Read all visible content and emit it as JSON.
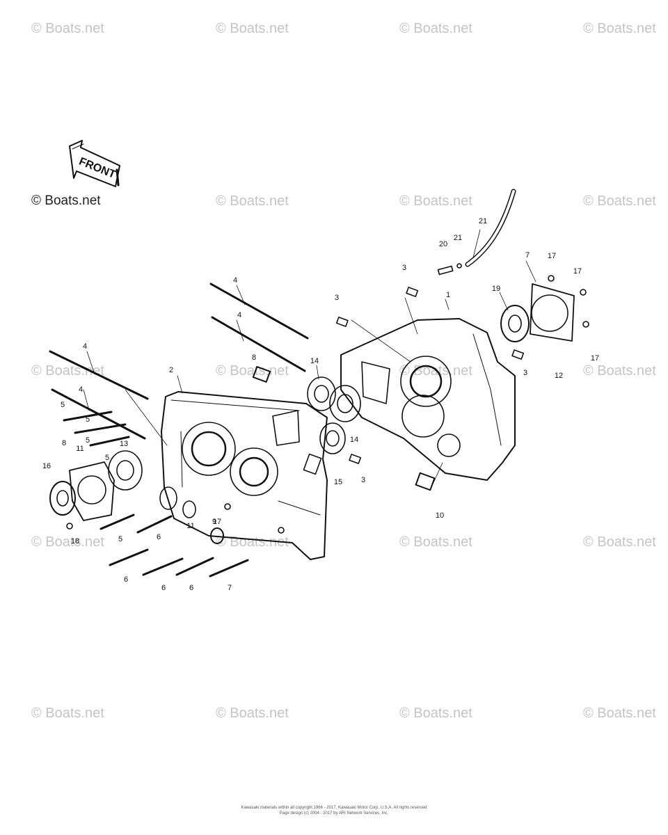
{
  "watermark": "© Boats.net",
  "front_label": "FRONT",
  "callouts": [
    {
      "id": "c1",
      "text": "1"
    },
    {
      "id": "c2",
      "text": "2"
    },
    {
      "id": "c3a",
      "text": "3"
    },
    {
      "id": "c3b",
      "text": "3"
    },
    {
      "id": "c3c",
      "text": "3"
    },
    {
      "id": "c3d",
      "text": "3"
    },
    {
      "id": "c4a",
      "text": "4"
    },
    {
      "id": "c4b",
      "text": "4"
    },
    {
      "id": "c4c",
      "text": "4"
    },
    {
      "id": "c4d",
      "text": "4"
    },
    {
      "id": "c5a",
      "text": "5"
    },
    {
      "id": "c5b",
      "text": "5"
    },
    {
      "id": "c5c",
      "text": "5"
    },
    {
      "id": "c5d",
      "text": "5"
    },
    {
      "id": "c5e",
      "text": "5"
    },
    {
      "id": "c6a",
      "text": "6"
    },
    {
      "id": "c6b",
      "text": "6"
    },
    {
      "id": "c6c",
      "text": "6"
    },
    {
      "id": "c6d",
      "text": "6"
    },
    {
      "id": "c7a",
      "text": "7"
    },
    {
      "id": "c7b",
      "text": "7"
    },
    {
      "id": "c8a",
      "text": "8"
    },
    {
      "id": "c8b",
      "text": "8"
    },
    {
      "id": "c9",
      "text": "9"
    },
    {
      "id": "c10",
      "text": "10"
    },
    {
      "id": "c11a",
      "text": "11"
    },
    {
      "id": "c11b",
      "text": "11"
    },
    {
      "id": "c12",
      "text": "12"
    },
    {
      "id": "c13",
      "text": "13"
    },
    {
      "id": "c14a",
      "text": "14"
    },
    {
      "id": "c14b",
      "text": "14"
    },
    {
      "id": "c15",
      "text": "15"
    },
    {
      "id": "c16",
      "text": "16"
    },
    {
      "id": "c17a",
      "text": "17"
    },
    {
      "id": "c17b",
      "text": "17"
    },
    {
      "id": "c17c",
      "text": "17"
    },
    {
      "id": "c17d",
      "text": "17"
    },
    {
      "id": "c18",
      "text": "18"
    },
    {
      "id": "c19",
      "text": "19"
    },
    {
      "id": "c20",
      "text": "20"
    },
    {
      "id": "c21",
      "text": "21"
    }
  ],
  "footer": {
    "line1": "Kawasaki materials within all copyright 1966 - 2017, Kawasaki Motor Corp, U.S.A. All rights reserved",
    "line2": "Page design (c) 2004 - 2017 by ARI Network Services, Inc."
  }
}
